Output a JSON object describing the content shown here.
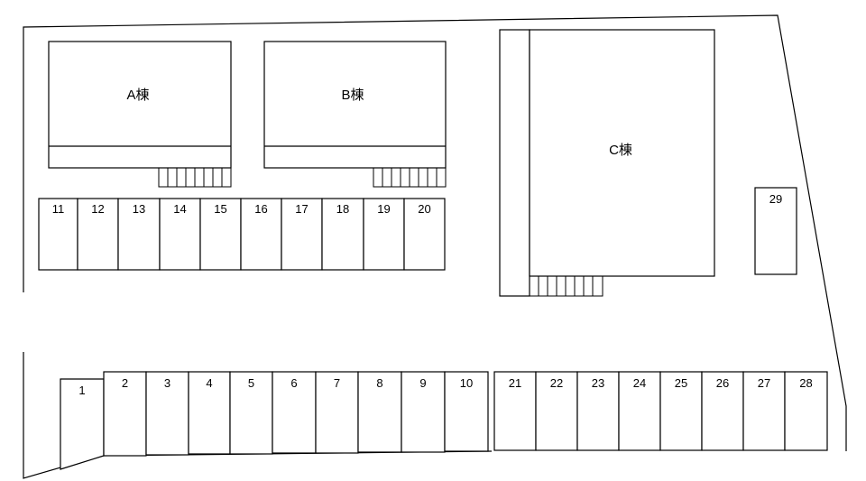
{
  "buildings": [
    {
      "id": "A",
      "label": "A棟"
    },
    {
      "id": "B",
      "label": "B棟"
    },
    {
      "id": "C",
      "label": "C棟"
    }
  ],
  "parking": {
    "row_middle": [
      "11",
      "12",
      "13",
      "14",
      "15",
      "16",
      "17",
      "18",
      "19",
      "20"
    ],
    "row_bottom_left": [
      "1",
      "2",
      "3",
      "4",
      "5",
      "6",
      "7",
      "8",
      "9",
      "10"
    ],
    "row_bottom_right": [
      "21",
      "22",
      "23",
      "24",
      "25",
      "26",
      "27",
      "28"
    ],
    "standalone": [
      "29"
    ]
  }
}
